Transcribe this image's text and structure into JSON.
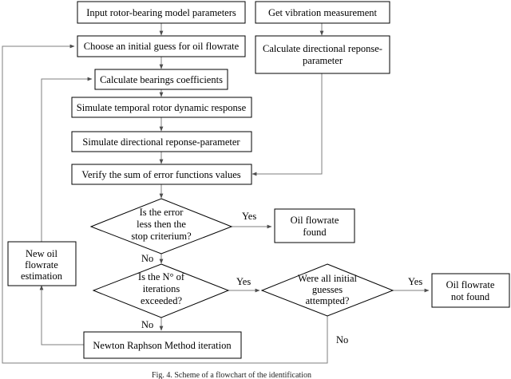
{
  "nodes": {
    "input": "Input rotor-bearing model parameters",
    "get_vibration": "Get vibration measurement",
    "initial_guess": "Choose an initial guess for oil flowrate",
    "calc_directional_1": "Calculate directional reponse-",
    "calc_directional_2": "parameter",
    "calc_bearings": "Calculate bearings coefficients",
    "sim_temporal": "Simulate temporal rotor dynamic response",
    "sim_directional": "Simulate directional reponse-parameter",
    "verify": "Verify the sum of error functions values",
    "error_q_1": "Is the error",
    "error_q_2": "less then the",
    "error_q_3": "stop criterium?",
    "found_1": "Oil flowrate",
    "found_2": "found",
    "iter_q_1": "Is the N° of",
    "iter_q_2": "iterations",
    "iter_q_3": "exceeded?",
    "guesses_q_1": "Were all initial",
    "guesses_q_2": "guesses",
    "guesses_q_3": "attempted?",
    "not_found_1": "Oil flowrate",
    "not_found_2": "not found",
    "new_est_1": "New oil",
    "new_est_2": "flowrate",
    "new_est_3": "estimation",
    "newton": "Newton Raphson Method iteration"
  },
  "edge_labels": {
    "yes_error": "Yes",
    "no_error": "No",
    "yes_iter": "Yes",
    "no_iter": "No",
    "yes_guesses": "Yes",
    "no_guesses": "No"
  },
  "caption": "Fig. 4. Scheme of a flowchart of the identification"
}
